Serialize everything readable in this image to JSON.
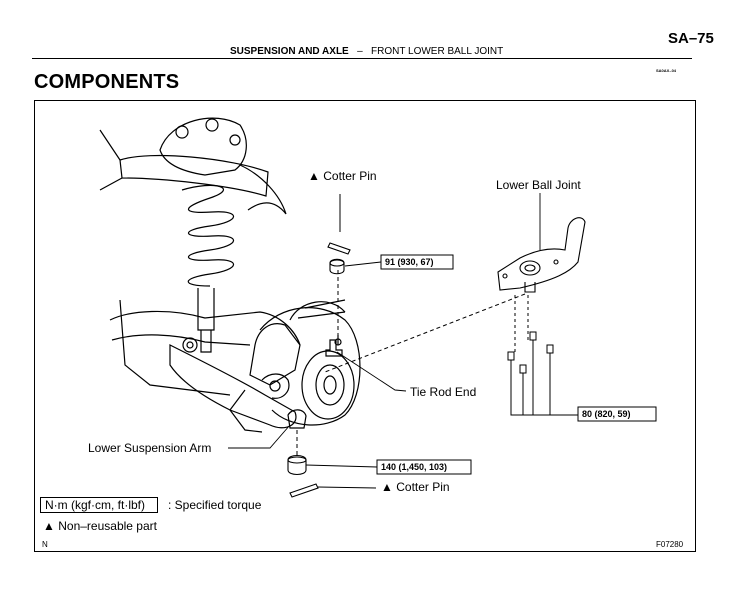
{
  "header": {
    "page_number": "SA–75",
    "section_title": "SUSPENSION AND AXLE",
    "separator": "–",
    "subsection_title": "FRONT LOWER BALL JOINT",
    "figure_code": "SA0AX–04"
  },
  "title": "COMPONENTS",
  "diagram": {
    "labels": {
      "cotter_pin_top": "Cotter Pin",
      "lower_ball_joint": "Lower Ball Joint",
      "tie_rod_end": "Tie Rod End",
      "lower_suspension_arm": "Lower Suspension Arm",
      "cotter_pin_bottom": "Cotter Pin"
    },
    "torques": {
      "tie_rod_nut": "91 (930, 67)",
      "ball_joint_bolts": "80 (820, 59)",
      "ball_joint_nut": "140 (1,450, 103)"
    }
  },
  "legend": {
    "unit_box": "N·m (kgf·cm, ft·lbf)",
    "unit_desc": ": Specified torque",
    "nonreusable_symbol": "▲",
    "nonreusable_desc": "Non–reusable part"
  },
  "footer": {
    "left_code": "N",
    "right_code": "F07280"
  }
}
